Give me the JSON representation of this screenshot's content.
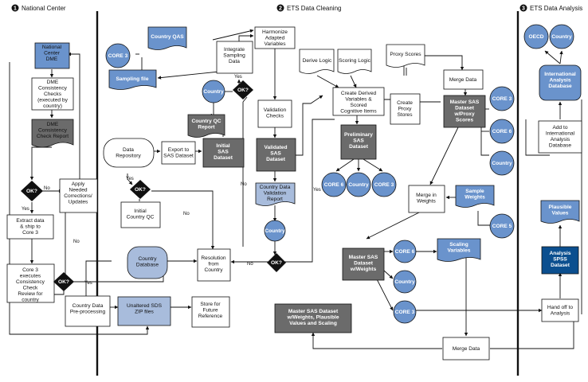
{
  "sections": [
    {
      "number": "1",
      "title": "National Center"
    },
    {
      "number": "2",
      "title": "ETS Data Cleaning"
    },
    {
      "number": "3",
      "title": "ETS Data Analysis"
    }
  ],
  "nodes": {
    "national_center_dme": "National Center DME",
    "dme_consistency_checks": "DME Consistency Checks (executed by country)",
    "dme_consistency_report": "DME Consistency Check Report",
    "ok_national": "OK?",
    "apply_corrections": "Apply Needed Corrections/ Updates",
    "extract_data": "Extract data & ship to Core 3",
    "core3_executes": "Core 3 executes Consistency Check Review for country",
    "ok_core3": "OK?",
    "country_data_preprocessing": "Country Data Pre-processing",
    "country_qas": "Country QAS",
    "core3_sampling": "CORE 3",
    "sampling_file": "Sampling file",
    "integrate_sampling": "Integrate Sampling Data",
    "country_circle_top": "Country",
    "ok_integrate": "OK?",
    "country_qc_report": "Country QC Report",
    "data_repository": "Data Repository",
    "export_sas": "Export to SAS Dataset",
    "initial_sas": "Initial SAS Dataset",
    "ok_repository": "OK?",
    "initial_country_qc": "Initial Country QC",
    "country_database": "Country Database",
    "resolution": "Resolution from Country",
    "unaltered_sds": "Unaltered SDS ZIP files",
    "store_future": "Store for Future Reference",
    "harmonize": "Harmonize Adapted Variables",
    "validation_checks": "Validation Checks",
    "validated_sas": "Validated SAS Dataset",
    "country_data_validation_report": "Country Data Validation Report",
    "country_circle_validation": "Country",
    "ok_validation": "OK?",
    "derive_logic": "Derive Logic",
    "scoring_logic": "Scoring Logic",
    "create_derived": "Create Derived Variables & Scored Cognitive Items",
    "preliminary_sas": "Preliminary SAS Dataset",
    "core6_prelim": "CORE 6",
    "country_prelim": "Country",
    "core3_prelim": "CORE 3",
    "proxy_scores": "Proxy Scores",
    "create_proxy": "Create Proxy Stores",
    "merge_data_top": "Merge Data",
    "master_proxy": "Master SAS Dataset w/Proxy Scores",
    "core3_proxy": "CORE 3",
    "core6_proxy": "CORE 6",
    "country_proxy": "Country",
    "sample_weights": "Sample Weights",
    "core5": "CORE 5",
    "merge_weights": "Merge in Weights",
    "master_weights": "Master SAS Dataset w/Weights",
    "core6_weights": "CORE 6",
    "country_weights": "Country",
    "core3_weights": "CORE 3",
    "scaling_variables": "Scaling Variables",
    "master_final": "Master SAS Dataset w/Weights, Plausible Values and Scaling",
    "merge_data_bottom": "Merge Data",
    "oecd": "OECD",
    "country_analysis": "Country",
    "international_db": "International Analysis Database",
    "add_international": "Add to International Analysis Database",
    "plausible_values": "Plausible Values",
    "analysis_spss": "Analysis SPSS Dataset",
    "hand_off": "Hand off to Analysis"
  },
  "edge_labels": {
    "no_ok_national": "No",
    "yes_ok_national": "Yes",
    "no_ok_core3": "No",
    "yes_ok_core3": "Yes",
    "yes_ok_integrate": "Yes",
    "no_ok_integrate": "No",
    "yes_ok_repository": "Yes",
    "no_ok_repository": "No",
    "yes_ok_validation": "Yes",
    "no_ok_validation": "No"
  },
  "colors": {
    "light_blue": "#6a93cc",
    "pale_blue": "#a8bcdc",
    "dark_gray": "#6b6b6b",
    "navy": "#0b4f8f",
    "black": "#111111",
    "white": "#ffffff"
  }
}
